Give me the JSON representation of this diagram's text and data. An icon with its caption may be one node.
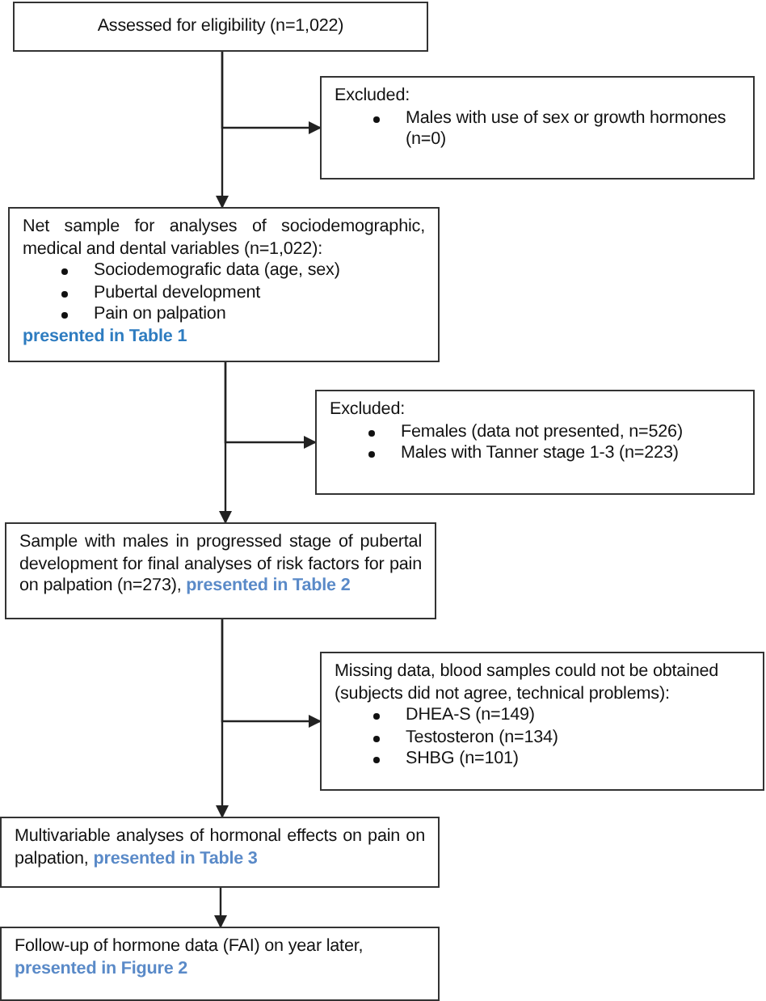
{
  "diagram": {
    "nodes": [
      {
        "text": [
          "Assessed for eligibility (n=1,022)"
        ]
      },
      {
        "text": [
          "Excluded:",
          "Males with use of sex or growth hormones (n=0)"
        ]
      },
      {
        "text": [
          "Net sample for analyses of sociodemographic, medical and dental variables (n=1,022):",
          "Sociodemografic data (age, sex)",
          "Pubertal development",
          "Pain on palpation",
          "presented in Table 1"
        ]
      },
      {
        "text": [
          "Excluded:",
          "Females (data not presented, n=526)",
          "Males with Tanner stage 1-3 (n=223)"
        ]
      },
      {
        "text": [
          "Sample with males in progressed stage of pubertal development for final analyses of risk factors for pain on palpation (n=273), **presented in Table 2**"
        ]
      },
      {
        "text": [
          "Missing data, blood samples could not be obtained (subjects did not agree, technical problems):",
          "DHEA-S (n=149)",
          "Testosteron (n=134)",
          "SHBG (n=101)"
        ]
      },
      {
        "text": [
          "Multivariable analyses of hormonal effects on pain on palpation, **presented in Table 3**"
        ]
      },
      {
        "text": [
          "Follow-up of hormone data (FAI) on year later, **presented in Figure 2**"
        ]
      }
    ],
    "edges": [
      {
        "from": 0,
        "to": 1,
        "arrow": "to"
      },
      {
        "from": 0,
        "to": 2,
        "arrow": "to"
      },
      {
        "from": 2,
        "to": 3,
        "arrow": "to"
      },
      {
        "from": 2,
        "to": 4,
        "arrow": "to"
      },
      {
        "from": 4,
        "to": 5,
        "arrow": "to"
      },
      {
        "from": 4,
        "to": 6,
        "arrow": "to"
      },
      {
        "from": 6,
        "to": 7,
        "arrow": "to"
      }
    ]
  }
}
